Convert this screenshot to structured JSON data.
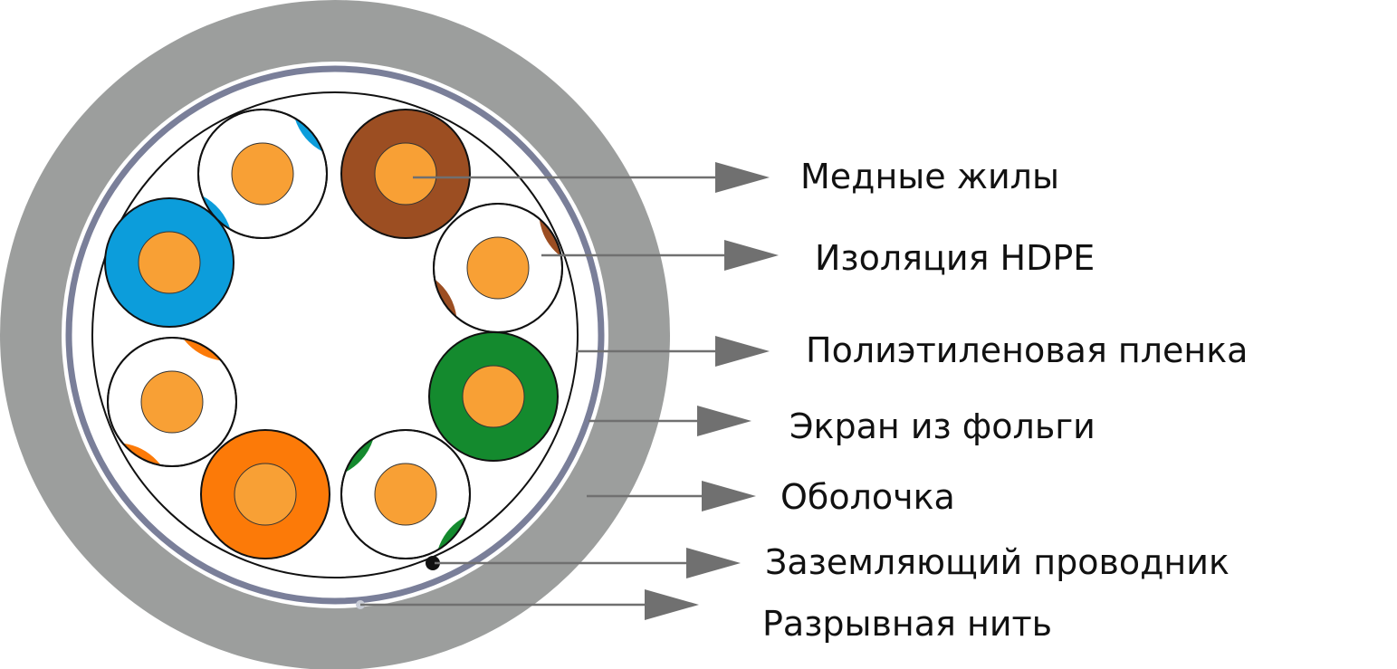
{
  "colors": {
    "jacket": "#9c9e9d",
    "foil": "#7a7f99",
    "copper": "#f8a035",
    "blue": "#0c9ddb",
    "brown": "#9c4e22",
    "green": "#148a2e",
    "orange": "#fc7a08",
    "arrow": "#707070"
  },
  "wires": [
    {
      "name": "white-blue",
      "solid": false,
      "stripe": "blue"
    },
    {
      "name": "brown",
      "solid": true,
      "stripe": "brown"
    },
    {
      "name": "white-brown",
      "solid": false,
      "stripe": "brown"
    },
    {
      "name": "blue",
      "solid": true,
      "stripe": "blue"
    },
    {
      "name": "white-orange",
      "solid": false,
      "stripe": "orange"
    },
    {
      "name": "green",
      "solid": true,
      "stripe": "green"
    },
    {
      "name": "orange",
      "solid": true,
      "stripe": "orange"
    },
    {
      "name": "white-green",
      "solid": false,
      "stripe": "green"
    }
  ],
  "labels": [
    "Медные жилы",
    "Изоляция HDPE",
    "Полиэтиленовая пленка",
    "Экран из фольги",
    "Оболочка",
    "Заземляющий проводник",
    "Разрывная нить"
  ]
}
